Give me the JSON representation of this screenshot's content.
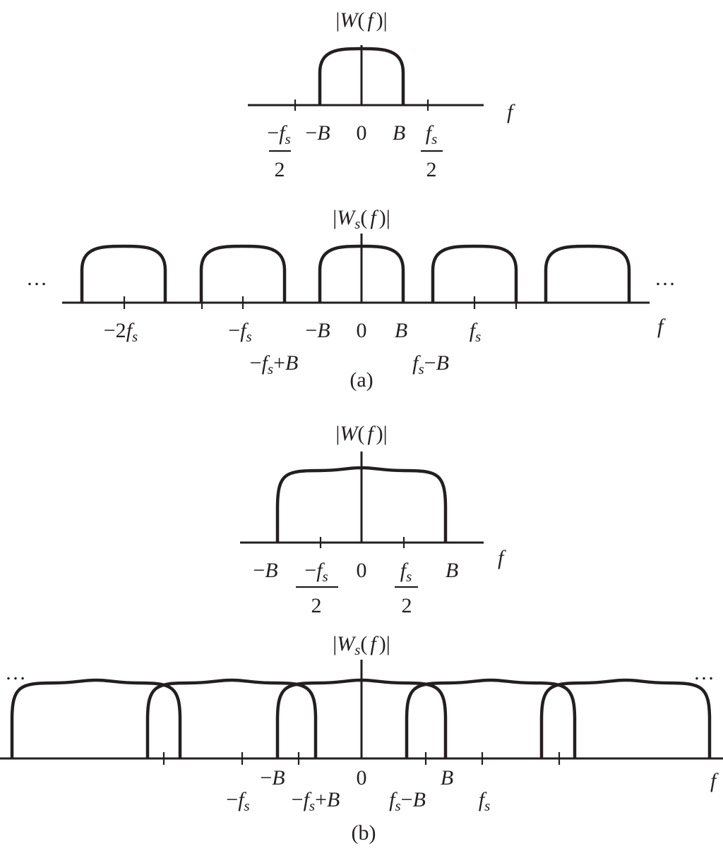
{
  "panel_a": {
    "top_plot": {
      "ylabel": "|W( f )|",
      "xlabel": "f",
      "ticks": [
        "−fs/2",
        "−B",
        "0",
        "B",
        "fs/2"
      ]
    },
    "bottom_plot": {
      "ylabel": "|Ws( f )|",
      "xlabel": "f",
      "ticks": [
        "−2fs",
        "−fs",
        "−fs+B",
        "−B",
        "0",
        "B",
        "fs−B",
        "fs"
      ],
      "continuation": "…"
    },
    "caption": "(a)"
  },
  "panel_b": {
    "top_plot": {
      "ylabel": "|W( f )|",
      "xlabel": "f",
      "ticks": [
        "−B",
        "−fs/2",
        "0",
        "fs/2",
        "B"
      ]
    },
    "bottom_plot": {
      "ylabel": "|Ws( f )|",
      "xlabel": "f",
      "ticks": [
        "−fs",
        "−B",
        "−fs+B",
        "0",
        "fs−B",
        "B",
        "fs"
      ],
      "continuation": "…"
    },
    "caption": "(b)"
  },
  "text": {
    "W": "W",
    "s": "s",
    "f": "f",
    "B": "B",
    "zero": "0",
    "two": "2",
    "minus": "−",
    "plus": "+",
    "bar": "|",
    "lparen": "(",
    "rparen": ")",
    "neg_two": "−2",
    "ellipsis": "…",
    "cap_a": "(a)",
    "cap_b": "(b)"
  },
  "colors": {
    "ink": "#231f20",
    "background": "#ffffff"
  }
}
